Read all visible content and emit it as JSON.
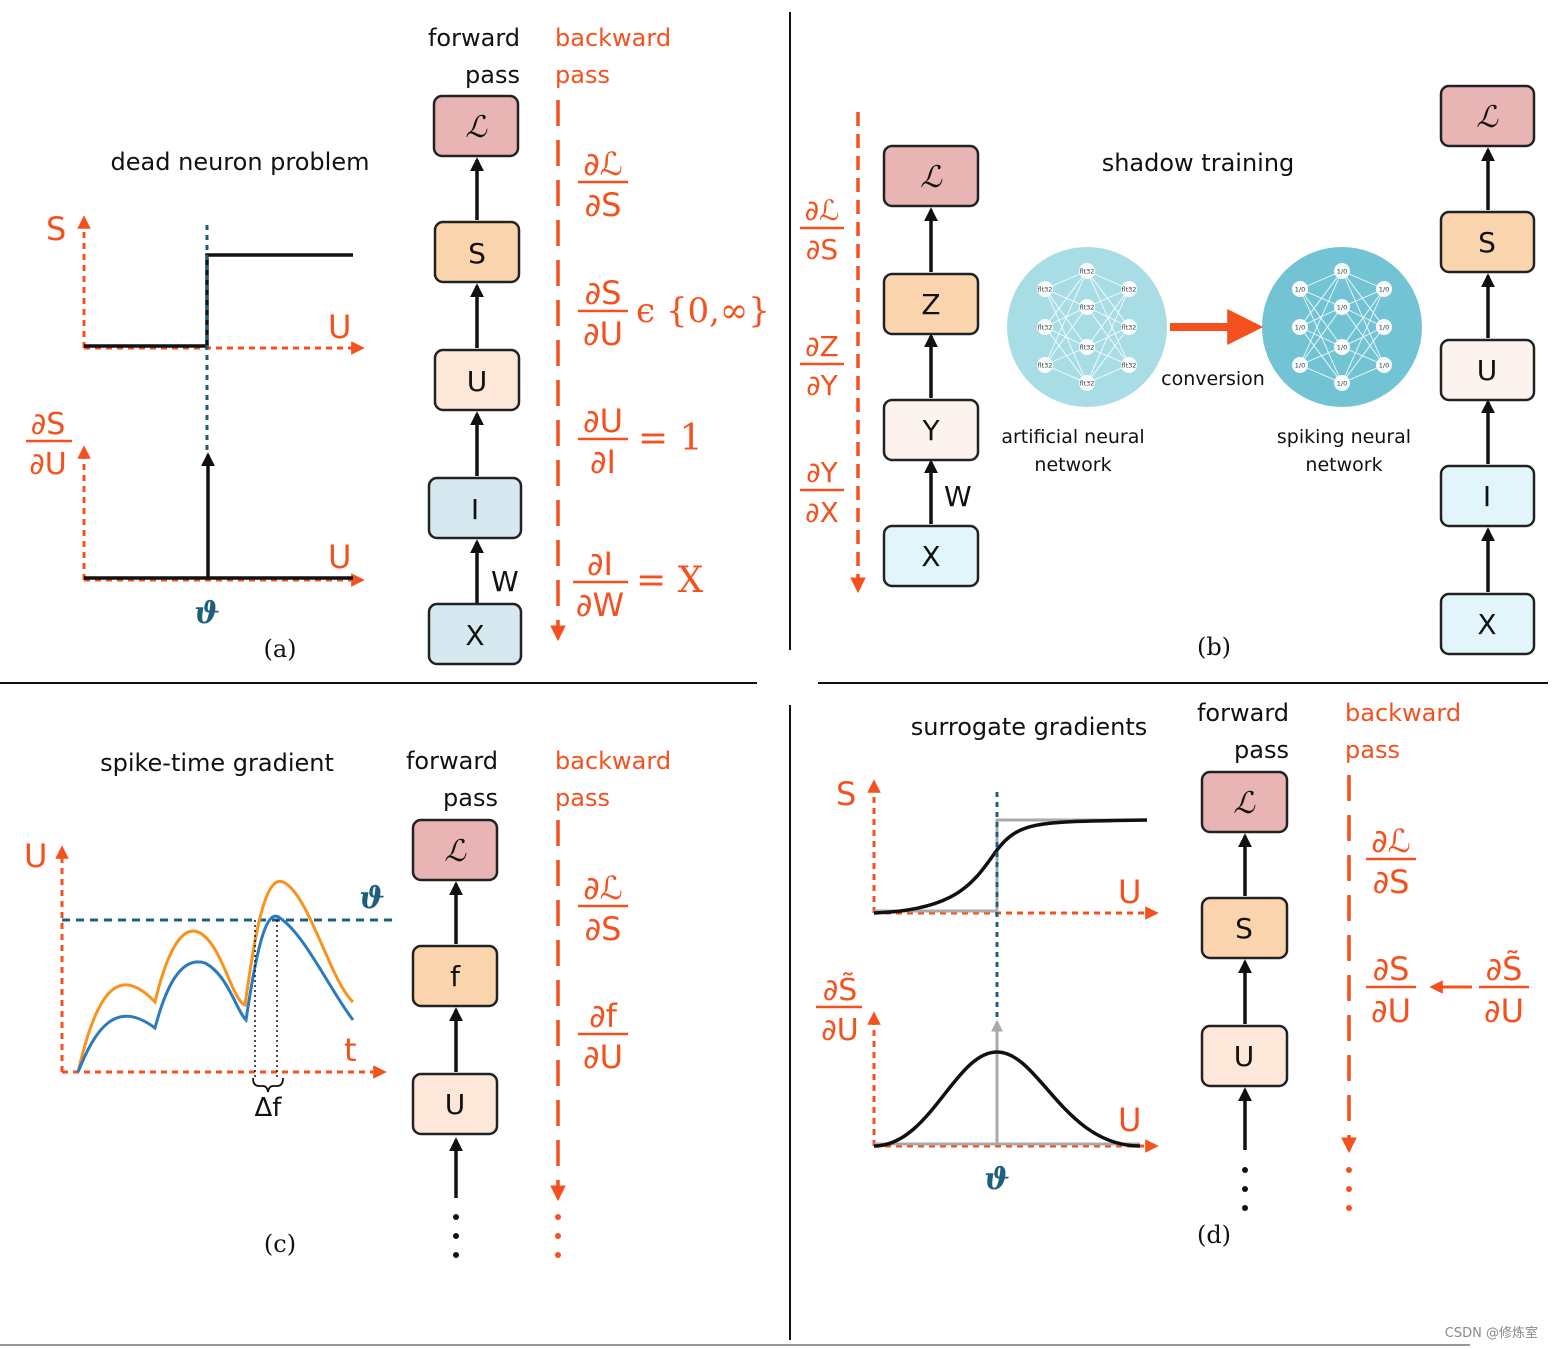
{
  "colors": {
    "accent": "#f4511e",
    "threshold": "#1f5f7e",
    "box_loss": "#e8b4b4",
    "box_spike": "#f9d4ad",
    "box_potential": "#fde7d8",
    "box_input": "#d6e9f0",
    "box_x": "#d6e9f0",
    "box_y": "#fdf3ee",
    "box_x_b": "#e2f5fa",
    "ann": "#a8dde6",
    "snn": "#72c3d4",
    "curve_orange": "#f7931e",
    "curve_blue": "#2b7bbd"
  },
  "common": {
    "forward_pass_1": "forward",
    "forward_pass_2": "pass",
    "backward_pass_1": "backward",
    "backward_pass_2": "pass",
    "theta": "ϑ"
  },
  "panel_a": {
    "title": "dead neuron problem",
    "caption": "(a)",
    "top_axis_y": "S",
    "top_axis_x": "U",
    "bottom_axis_y_num": "∂S",
    "bottom_axis_y_den": "∂U",
    "bottom_axis_x": "U",
    "nodes": [
      "ℒ",
      "S",
      "U",
      "I",
      "X"
    ],
    "weight": "W",
    "grads": [
      {
        "num": "∂ℒ",
        "den": "∂S",
        "rhs": ""
      },
      {
        "num": "∂S",
        "den": "∂U",
        "rhs": "ϵ {0,∞}"
      },
      {
        "num": "∂U",
        "den": "∂I",
        "rhs": "= 1"
      },
      {
        "num": "∂I",
        "den": "∂W",
        "rhs": "= X"
      }
    ]
  },
  "panel_b": {
    "title": "shadow training",
    "caption": "(b)",
    "ann_label_1": "artificial neural",
    "ann_label_2": "network",
    "snn_label_1": "spiking neural",
    "snn_label_2": "network",
    "conversion": "conversion",
    "ann_node_label": "flt32",
    "snn_node_label": "1/0",
    "left_nodes": [
      "ℒ",
      "Z",
      "Y",
      "X"
    ],
    "weight": "W",
    "right_nodes": [
      "ℒ",
      "S",
      "U",
      "I",
      "X"
    ],
    "grads": [
      {
        "num": "∂ℒ",
        "den": "∂S"
      },
      {
        "num": "∂Z",
        "den": "∂Y"
      },
      {
        "num": "∂Y",
        "den": "∂X"
      }
    ]
  },
  "panel_c": {
    "title": "spike-time gradient",
    "caption": "(c)",
    "axis_y": "U",
    "axis_x": "t",
    "delta": "Δf",
    "nodes": [
      "ℒ",
      "f",
      "U"
    ],
    "grads": [
      {
        "num": "∂ℒ",
        "den": "∂S"
      },
      {
        "num": "∂f",
        "den": "∂U"
      }
    ]
  },
  "panel_d": {
    "title": "surrogate gradients",
    "caption": "(d)",
    "top_axis_y": "S",
    "top_axis_x": "U",
    "bottom_axis_y_num": "∂S̃",
    "bottom_axis_y_den": "∂U",
    "bottom_axis_x": "U",
    "nodes": [
      "ℒ",
      "S",
      "U"
    ],
    "grads": [
      {
        "num": "∂ℒ",
        "den": "∂S"
      },
      {
        "num": "∂S",
        "den": "∂U"
      }
    ],
    "surrogate": {
      "num": "∂S̃",
      "den": "∂U"
    }
  },
  "watermark": "CSDN @修炼室"
}
